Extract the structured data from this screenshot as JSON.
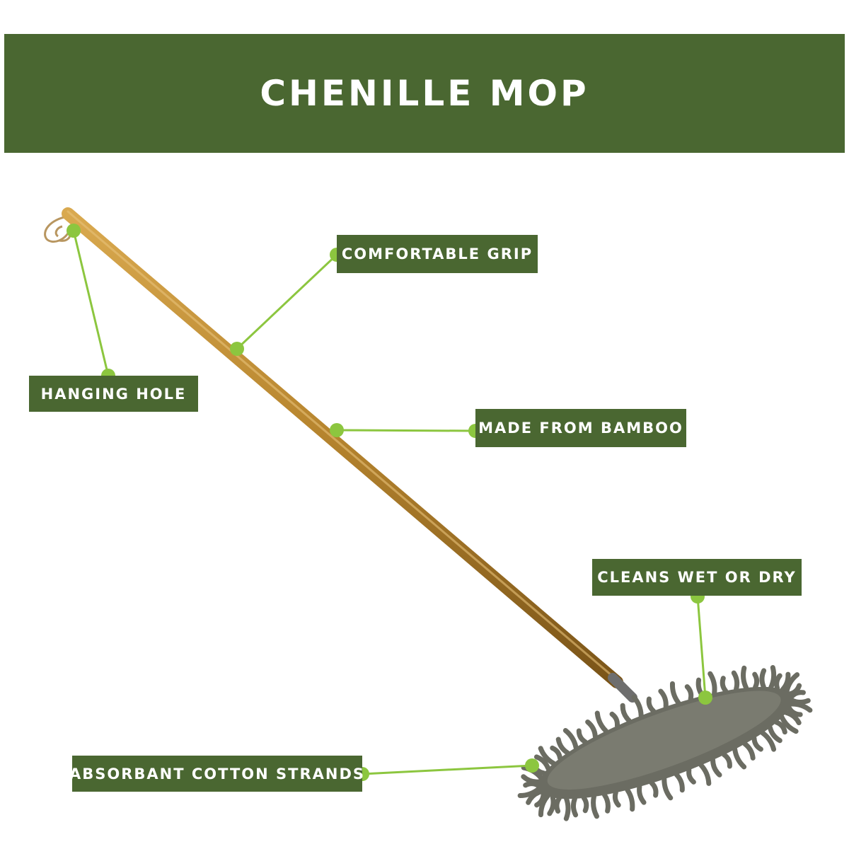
{
  "title": "CHENILLE MOP",
  "colors": {
    "banner": "#4a6731",
    "callout_line": "#8cc63f",
    "handle": "#b8862f",
    "mop_head": "#6b6c62"
  },
  "callouts": {
    "comfortable_grip": "COMFORTABLE GRIP",
    "hanging_hole": "HANGING HOLE",
    "made_from_bamboo": "MADE FROM BAMBOO",
    "cleans_wet_or_dry": "CLEANS WET OR DRY",
    "absorbant_cotton_strands": "ABSORBANT COTTON STRANDS"
  }
}
